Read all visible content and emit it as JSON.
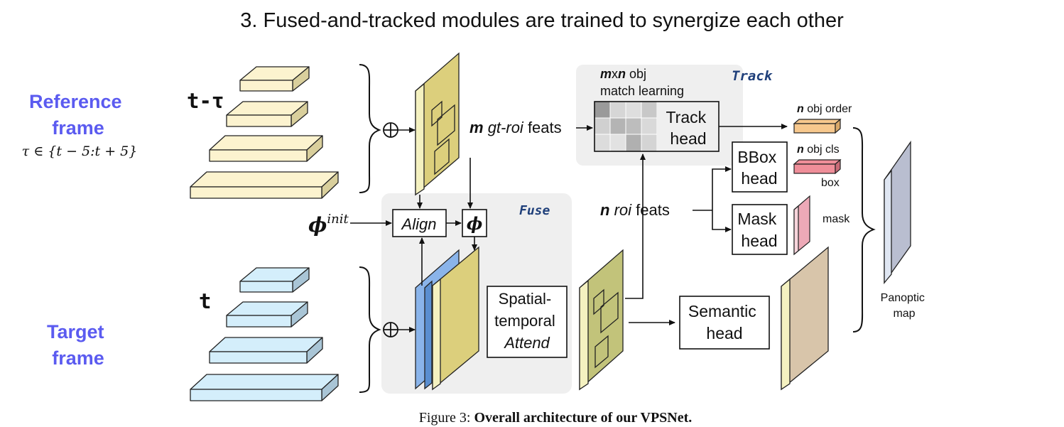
{
  "title": "3. Fused-and-tracked modules are trained to synergize each other",
  "left": {
    "reference_frame": [
      "Reference",
      "frame"
    ],
    "tau_range": "τ ∈ {t − 5:t + 5}",
    "target_frame": [
      "Target",
      "frame"
    ],
    "t_minus_tau": "t-τ",
    "t": "t"
  },
  "fuse": {
    "label": "Fuse",
    "phi_init": "ϕ",
    "phi_init_sup": "init",
    "align": "Align",
    "phi": "ϕ",
    "attend": [
      "Spatial-",
      "temporal",
      "Attend"
    ]
  },
  "track": {
    "label": "Track",
    "match_m": "m",
    "match_x": "x",
    "match_n": "n",
    "match_obj": " obj",
    "match_learning": "match learning",
    "gt_m": "m",
    "gt_roi": "gt-roi",
    "gt_feats": "feats",
    "head": [
      "Track",
      "head"
    ]
  },
  "heads": {
    "n_roi_n": "n",
    "n_roi_roi": "roi",
    "n_roi_feats": "feats",
    "bbox": [
      "BBox",
      "head"
    ],
    "mask": [
      "Mask",
      "head"
    ],
    "semantic": [
      "Semantic",
      "head"
    ]
  },
  "outputs": {
    "order_n": "n",
    "order_text": "obj order",
    "cls_n": "n",
    "cls_text": "obj cls",
    "box": "box",
    "mask": "mask",
    "panoptic": [
      "Panoptic",
      "map"
    ]
  },
  "caption": {
    "prefix": "Figure 3: ",
    "bold": "Overall architecture of our VPSNet."
  },
  "colors": {
    "ref_fill": "#fcf3cf",
    "tgt_fill": "#d4eefb",
    "feat_fill": "#dccf7c",
    "blue_feat": "#8ab4ea",
    "semantic_feat": "#d8c5aa",
    "panoptic_feat": "#b9bed0",
    "order_fill": "#f7c88d",
    "cls_fill": "#ef8e99",
    "mask_fill": "#eda9b7",
    "label_blue": "#5b5bf0",
    "track_blue": "#1f3f7a"
  }
}
